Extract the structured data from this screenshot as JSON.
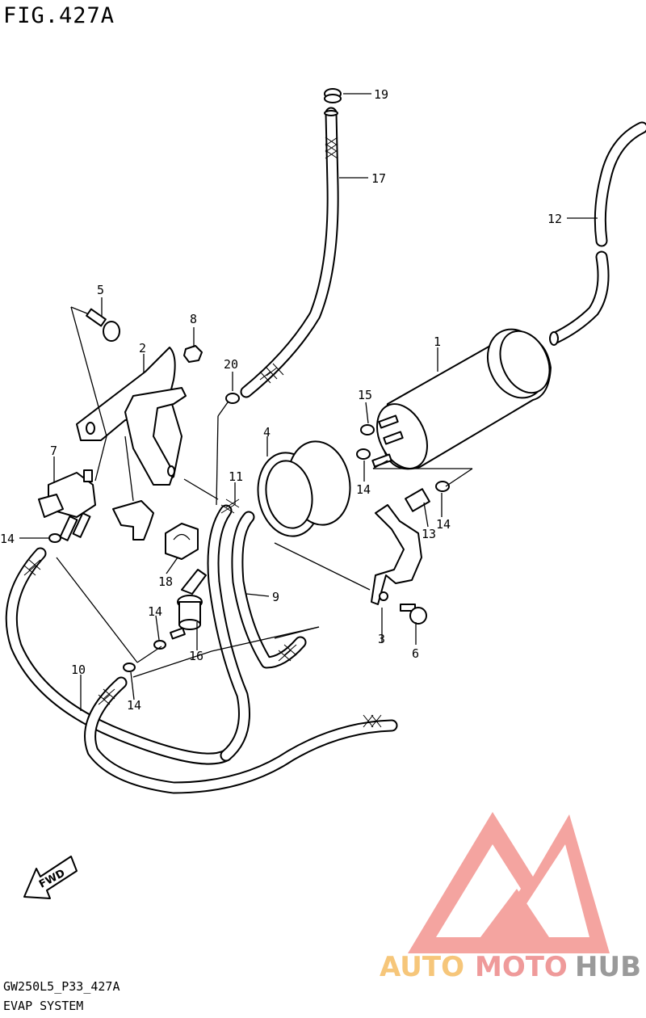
{
  "figure_title": "FIG.427A",
  "footer": {
    "model_code": "GW250L5_P33_427A",
    "section": "EVAP SYSTEM"
  },
  "direction_marker": "FWD",
  "watermark": {
    "auto": "AUTO",
    "moto": "MOTO",
    "hub": "HUB",
    "colors": {
      "auto": "#f6c67a",
      "moto": "#ef9a9a",
      "hub": "#9a9a9a",
      "logo": "#f4a4a0"
    }
  },
  "parts": [
    {
      "id": "part-1",
      "label": "1"
    },
    {
      "id": "part-2",
      "label": "2"
    },
    {
      "id": "part-3",
      "label": "3"
    },
    {
      "id": "part-4",
      "label": "4"
    },
    {
      "id": "part-5",
      "label": "5"
    },
    {
      "id": "part-6",
      "label": "6"
    },
    {
      "id": "part-7",
      "label": "7"
    },
    {
      "id": "part-8",
      "label": "8"
    },
    {
      "id": "part-9",
      "label": "9"
    },
    {
      "id": "part-10",
      "label": "10"
    },
    {
      "id": "part-11",
      "label": "11"
    },
    {
      "id": "part-12",
      "label": "12"
    },
    {
      "id": "part-13",
      "label": "13"
    },
    {
      "id": "part-14a",
      "label": "14"
    },
    {
      "id": "part-14b",
      "label": "14"
    },
    {
      "id": "part-14c",
      "label": "14"
    },
    {
      "id": "part-14d",
      "label": "14"
    },
    {
      "id": "part-14e",
      "label": "14"
    },
    {
      "id": "part-15",
      "label": "15"
    },
    {
      "id": "part-16",
      "label": "16"
    },
    {
      "id": "part-17",
      "label": "17"
    },
    {
      "id": "part-18",
      "label": "18"
    },
    {
      "id": "part-19",
      "label": "19"
    },
    {
      "id": "part-20",
      "label": "20"
    }
  ]
}
